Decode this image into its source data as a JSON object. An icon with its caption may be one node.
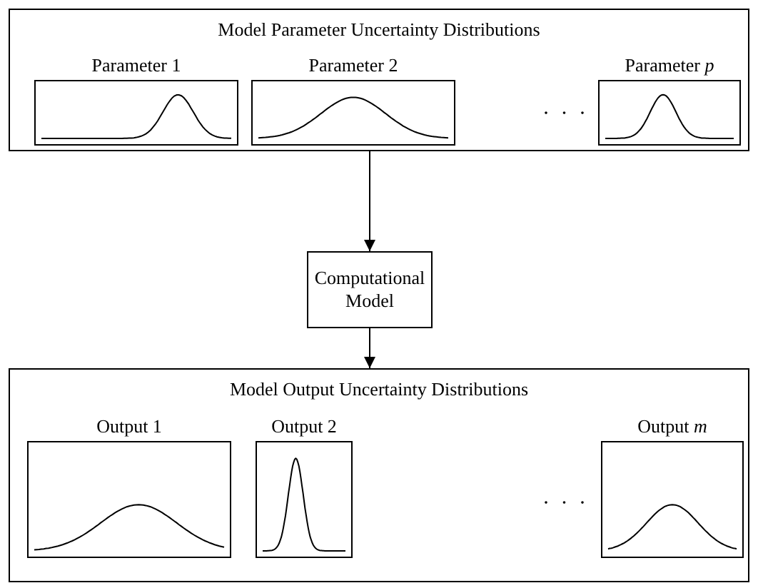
{
  "diagram": {
    "nodes": [
      {
        "text": [
          "Model Parameter Uncertainty Distributions"
        ]
      },
      {
        "text": [
          "Parameter 1"
        ],
        "in": 0
      },
      {
        "text": [
          "Parameter 2"
        ],
        "in": 0
      },
      {
        "text": [
          "Parameter *p*"
        ],
        "in": 0
      },
      {
        "text": [
          "Computational Model"
        ]
      },
      {
        "text": [
          "Model Output Uncertainty Distributions"
        ]
      },
      {
        "text": [
          "Output 1"
        ],
        "in": 5
      },
      {
        "text": [
          "Output 2"
        ],
        "in": 5
      },
      {
        "text": [
          "Output *m*"
        ],
        "in": 5
      }
    ],
    "edges": [
      {
        "from": 0,
        "to": 4,
        "arrow": "to"
      },
      {
        "from": 4,
        "to": 5,
        "arrow": "to"
      }
    ],
    "labels": [
      "· · ·",
      "· · ·"
    ]
  }
}
